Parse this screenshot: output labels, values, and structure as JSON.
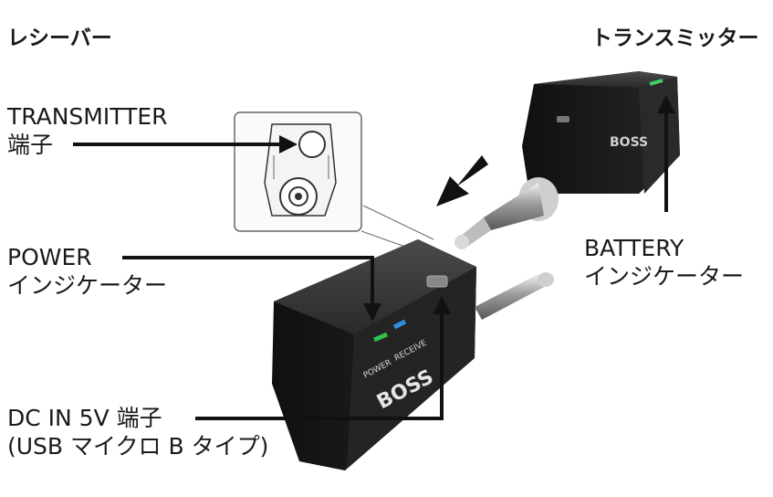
{
  "headings": {
    "receiver": "レシーバー",
    "transmitter": "トランスミッター"
  },
  "labels": {
    "transmitter_jack": [
      "TRANSMITTER",
      "端子"
    ],
    "power_indicator": [
      "POWER",
      "インジケーター"
    ],
    "battery_indicator": [
      "BATTERY",
      "インジケーター"
    ],
    "dc_in": [
      "DC IN 5V 端子",
      "(USB マイクロ B タイプ)"
    ]
  },
  "device_marks": {
    "brand": "BOSS",
    "power_led_label": "POWER",
    "receive_led_label": "RECEIVE"
  },
  "colors": {
    "power_led": "#2fc24a",
    "receive_led": "#2f8fe0",
    "battery_led": "#3fd060",
    "device_body": "#1e1e1e"
  }
}
